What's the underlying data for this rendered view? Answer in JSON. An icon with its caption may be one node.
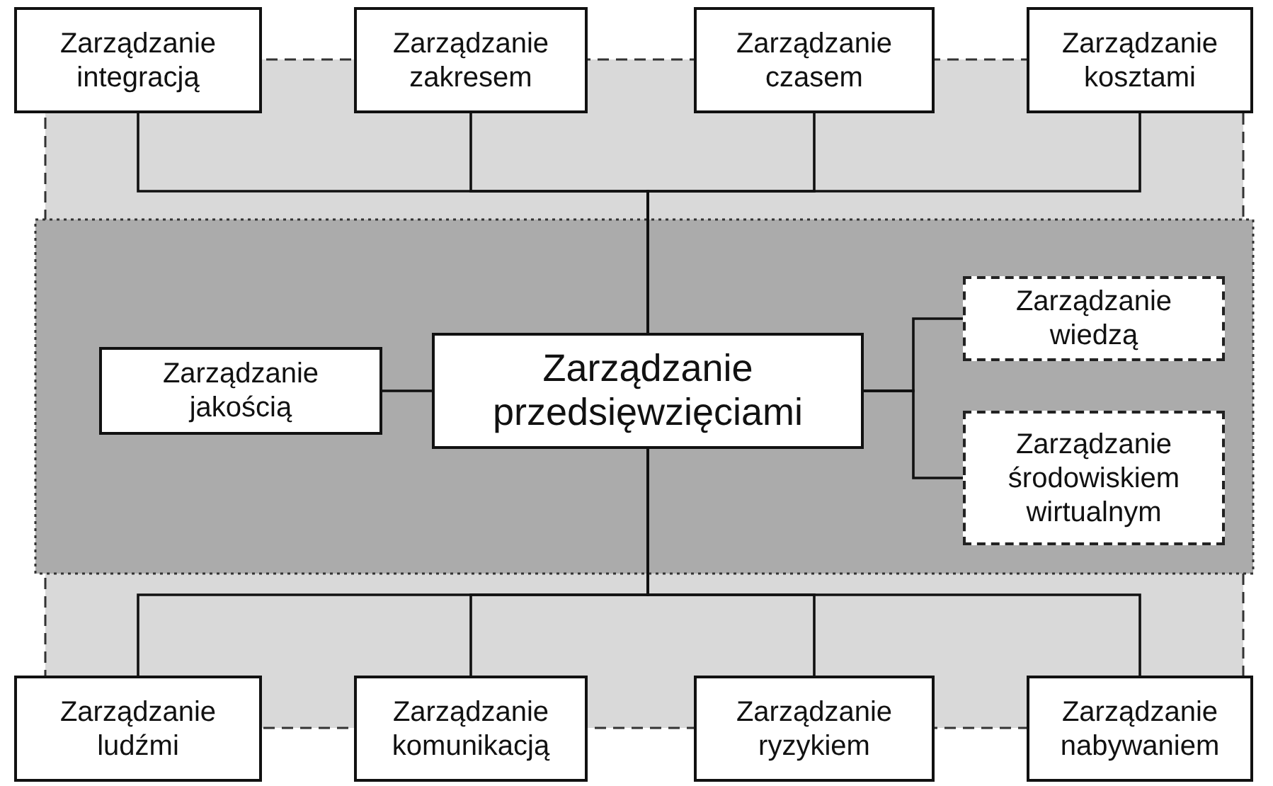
{
  "diagram": {
    "nodes": [
      {
        "text": [
          "Zarządzanie integracją"
        ]
      },
      {
        "text": [
          "Zarządzanie zakresem"
        ]
      },
      {
        "text": [
          "Zarządzanie czasem"
        ]
      },
      {
        "text": [
          "Zarządzanie kosztami"
        ]
      },
      {
        "text": [
          "Zarządzanie jakością"
        ]
      },
      {
        "text": [
          "Zarządzanie przedsięwzięciami"
        ]
      },
      {
        "text": [
          "Zarządzanie wiedzą"
        ]
      },
      {
        "text": [
          "Zarządzanie środowiskiem wirtualnym"
        ]
      },
      {
        "text": [
          "Zarządzanie ludźmi"
        ]
      },
      {
        "text": [
          "Zarządzanie komunikacją"
        ]
      },
      {
        "text": [
          "Zarządzanie ryzykiem"
        ]
      },
      {
        "text": [
          "Zarządzanie nabywaniem"
        ]
      }
    ],
    "edges": [
      {
        "from": 5,
        "to": 0,
        "arrow": "none"
      },
      {
        "from": 5,
        "to": 1,
        "arrow": "none"
      },
      {
        "from": 5,
        "to": 2,
        "arrow": "none"
      },
      {
        "from": 5,
        "to": 3,
        "arrow": "none"
      },
      {
        "from": 4,
        "to": 5,
        "arrow": "none"
      },
      {
        "from": 5,
        "to": 6,
        "arrow": "none"
      },
      {
        "from": 5,
        "to": 7,
        "arrow": "none"
      },
      {
        "from": 5,
        "to": 8,
        "arrow": "none"
      },
      {
        "from": 5,
        "to": 9,
        "arrow": "none"
      },
      {
        "from": 5,
        "to": 10,
        "arrow": "none"
      },
      {
        "from": 5,
        "to": 11,
        "arrow": "none"
      }
    ]
  }
}
